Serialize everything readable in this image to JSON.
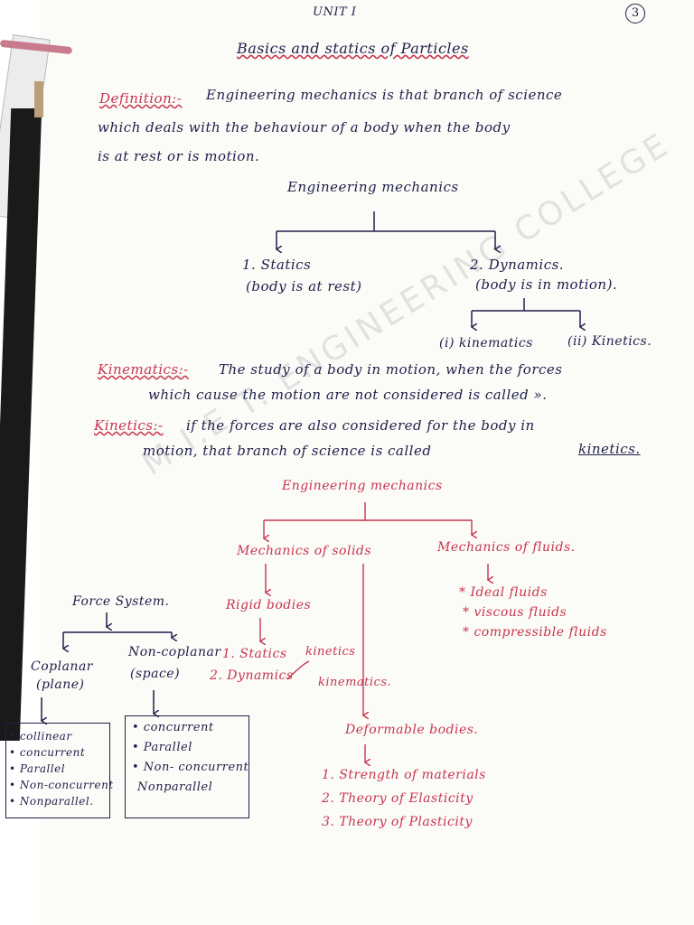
{
  "header": {
    "unit": "UNIT  I",
    "page_number": "3"
  },
  "title": "Basics and statics of Particles",
  "definition": {
    "label": "Definition:-",
    "line1": "Engineering mechanics is that branch of science",
    "line2": "which deals with the behaviour of a body when the body",
    "line3": "is at rest or is motion."
  },
  "diagram1": {
    "root": "Engineering mechanics",
    "statics": "1. Statics",
    "statics_note": "(body is at rest)",
    "dynamics": "2. Dynamics.",
    "dynamics_note": "(body is in motion).",
    "kinematics": "(i) kinematics",
    "kinetics": "(ii) Kinetics."
  },
  "kinematics_def": {
    "label": "Kinematics:-",
    "line1": "The study of a body in motion, when the forces",
    "line2": "which cause the motion are not considered is called »."
  },
  "kinetics_def": {
    "label": "Kinetics:-",
    "line1": "if the forces are also considered for the body in",
    "line2": "motion, that branch of science is called",
    "term": "kinetics."
  },
  "diagram2": {
    "root": "Engineering mechanics",
    "solids": "Mechanics of solids",
    "fluids": "Mechanics of fluids.",
    "fluid_items": [
      "* Ideal fluids",
      "* viscous fluids",
      "* compressible fluids"
    ],
    "rigid": "Rigid bodies",
    "rigid_items": [
      "1. Statics",
      "2. Dynamics"
    ],
    "kinetics": "kinetics",
    "kinematics": "kinematics.",
    "deformable": "Deformable bodies.",
    "deformable_items": [
      "1. Strength of materials",
      "2. Theory of Elasticity",
      "3. Theory of Plasticity"
    ]
  },
  "force_system": {
    "root": "Force System.",
    "coplanar": "Coplanar",
    "coplanar_note": "(plane)",
    "noncoplanar": "Non-coplanar",
    "noncoplanar_note": "(space)",
    "coplanar_items": [
      "• collinear",
      "• concurrent",
      "• Parallel",
      "• Non-concurrent",
      "• Nonparallel."
    ],
    "noncoplanar_items": [
      "• concurrent",
      "• Parallel",
      "• Non- concurrent",
      "Nonparallel"
    ]
  },
  "watermark": "M.I.E.T. ENGINEERING COLLEGE"
}
